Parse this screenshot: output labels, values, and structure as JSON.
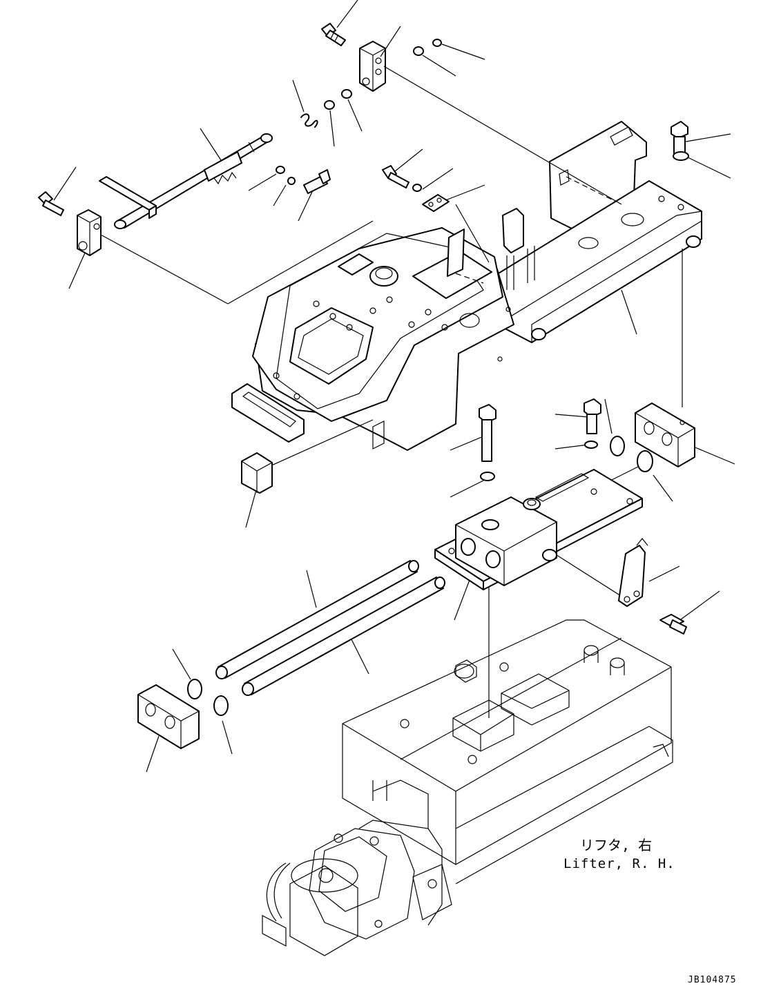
{
  "caption": {
    "japanese": "リフタ, 右",
    "english": "Lifter, R. H."
  },
  "document_id": "JB104875"
}
